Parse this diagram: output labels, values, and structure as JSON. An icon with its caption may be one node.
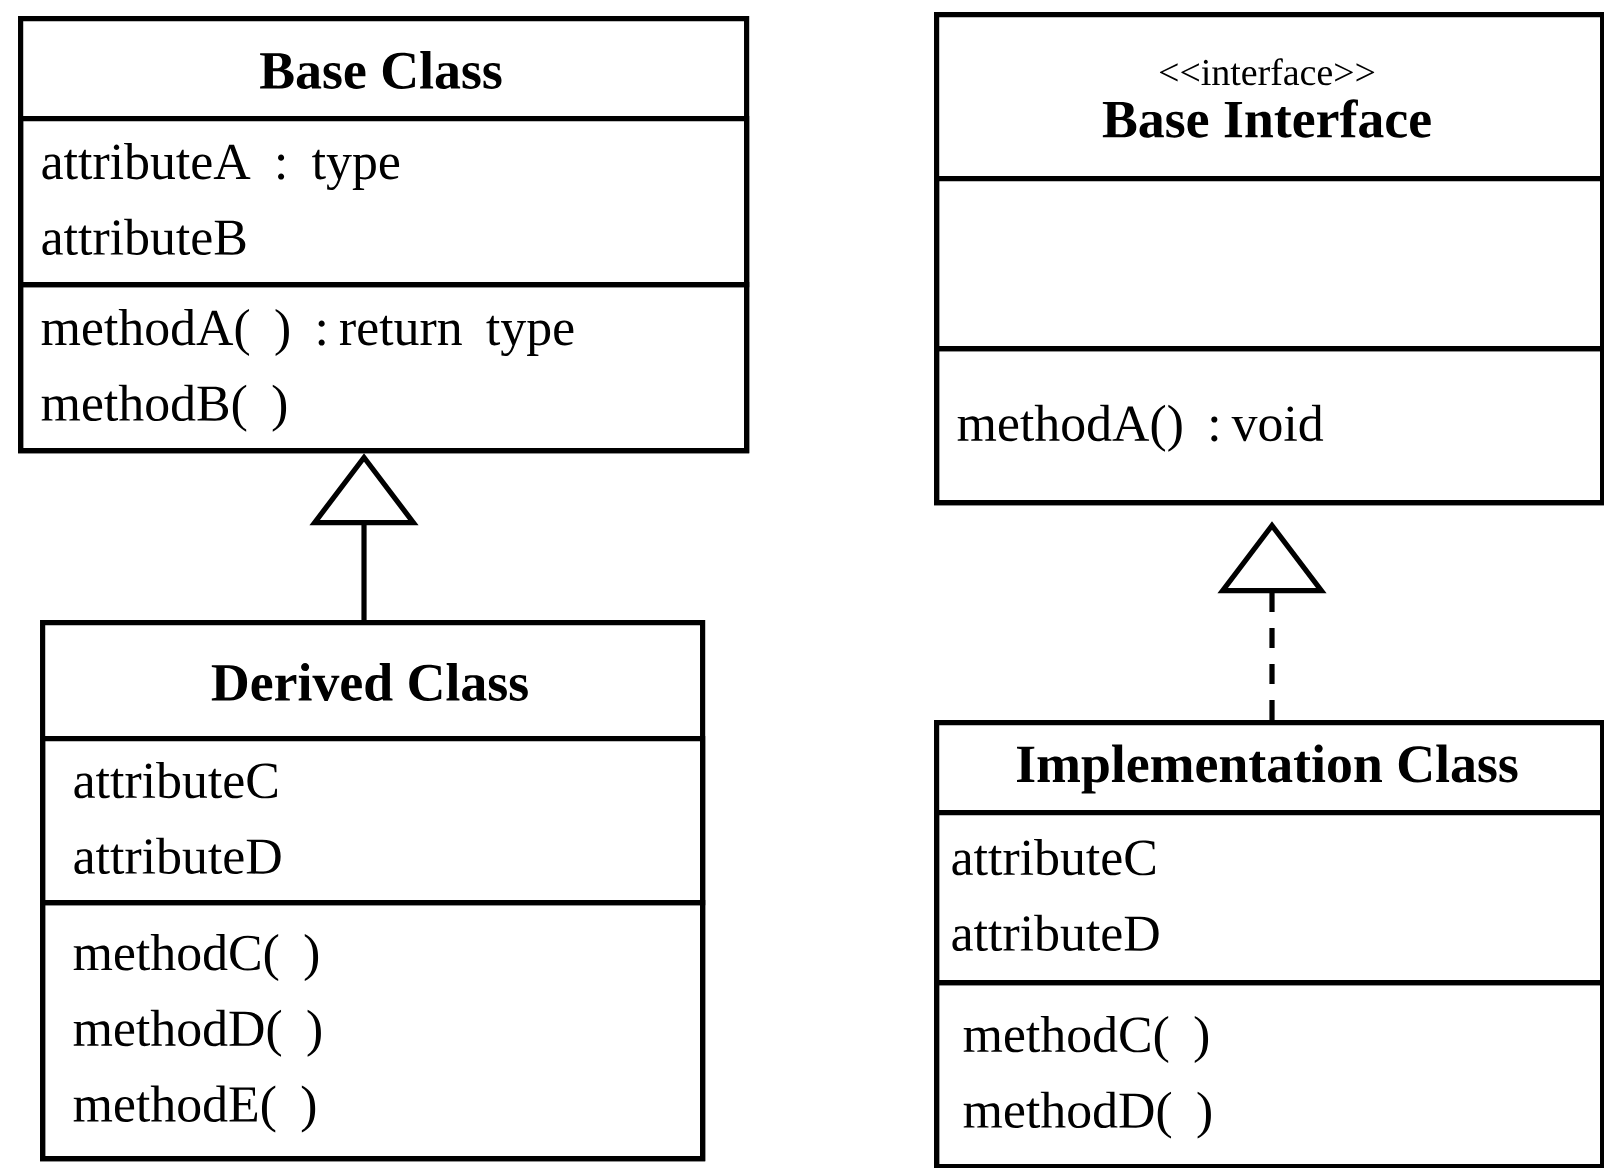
{
  "diagram": {
    "nodes": [
      {
        "text": [
          "Base Class"
        ]
      },
      {
        "text": [
          "attributeA : type",
          "attributeB"
        ],
        "in": 0
      },
      {
        "text": [
          "methodA( ) : return type",
          "methodB( )"
        ],
        "in": 0
      },
      {
        "text": [
          "Derived Class"
        ]
      },
      {
        "text": [
          "attributeC",
          "attributeD"
        ],
        "in": 3
      },
      {
        "text": [
          "methodC( )",
          "methodD( )",
          "methodE( )"
        ],
        "in": 3
      },
      {
        "text": [
          "<<interface>>",
          "Base Interface"
        ]
      },
      {
        "text": [],
        "shape": "box",
        "in": 6
      },
      {
        "text": [
          "methodA() : void"
        ],
        "in": 6
      },
      {
        "text": [
          "Implementation Class"
        ]
      },
      {
        "text": [
          "attributeC",
          "attributeD"
        ],
        "in": 9
      },
      {
        "text": [
          "methodC( )",
          "methodD( )"
        ],
        "in": 9
      }
    ],
    "edges": [
      {
        "from": 3,
        "to": 0,
        "arrow": "to"
      },
      {
        "from": 9,
        "to": 6,
        "arrow": "to",
        "style": "dashed"
      }
    ]
  }
}
